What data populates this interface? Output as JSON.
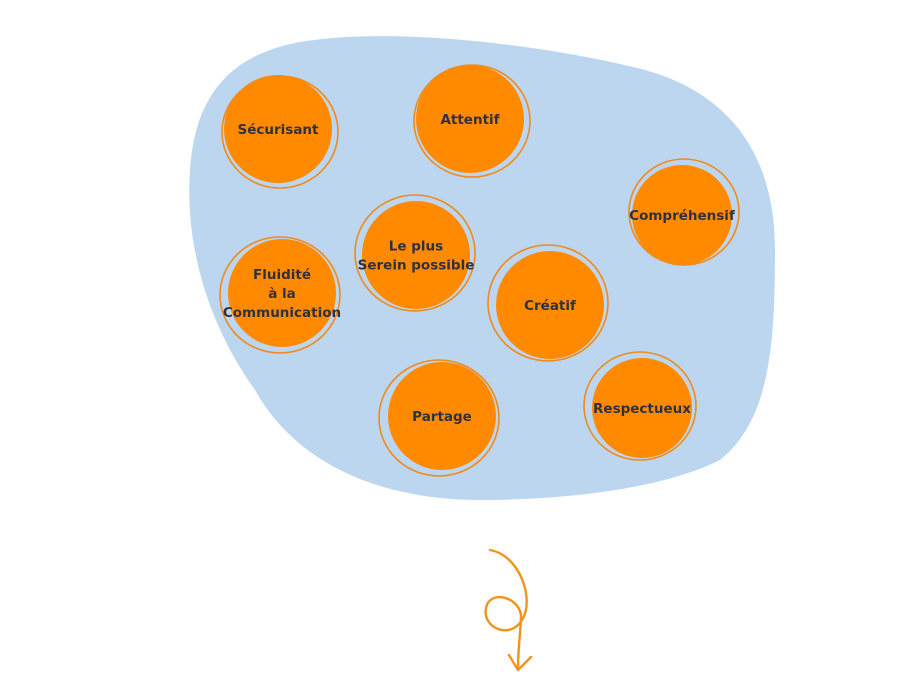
{
  "colors": {
    "background": "#ffffff",
    "blob": "#bcd6f0",
    "circle_fill": "#ff8a00",
    "circle_outline": "#f08a1a",
    "label_text": "#2f3140",
    "arrow": "#f0941e"
  },
  "nodes": [
    {
      "id": "securisant",
      "lines": [
        "Sécurisant"
      ]
    },
    {
      "id": "attentif",
      "lines": [
        "Attentif"
      ]
    },
    {
      "id": "comprehensif",
      "lines": [
        "Compréhensif"
      ]
    },
    {
      "id": "le-plus-serein-possible",
      "lines": [
        "Le plus",
        "Serein possible"
      ]
    },
    {
      "id": "fluidite-communication",
      "lines": [
        "Fluidité",
        "à la",
        "Communication"
      ]
    },
    {
      "id": "creatif",
      "lines": [
        "Créatif"
      ]
    },
    {
      "id": "partage",
      "lines": [
        "Partage"
      ]
    },
    {
      "id": "respectueux",
      "lines": [
        "Respectueux"
      ]
    }
  ],
  "icons": {
    "arrow": "curly-down-arrow-icon"
  }
}
